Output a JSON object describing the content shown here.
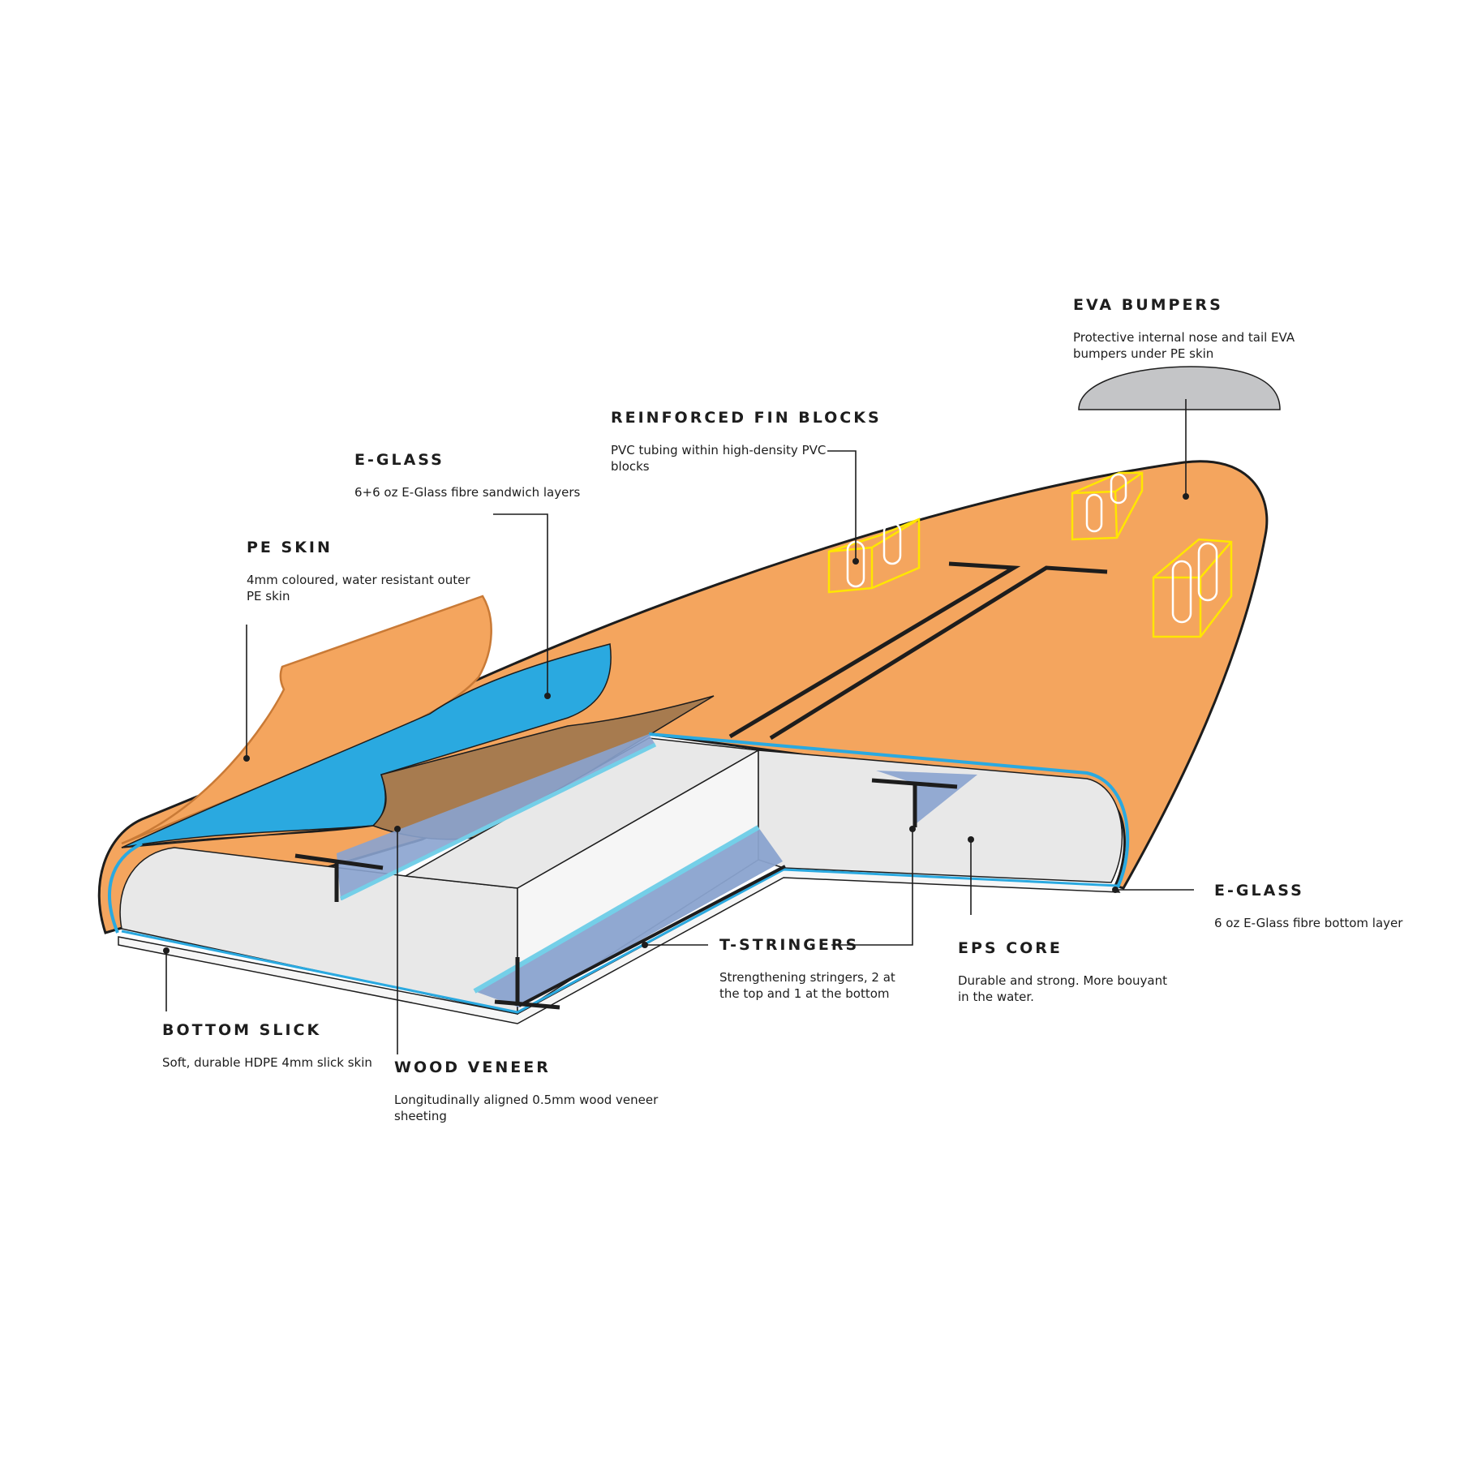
{
  "colors": {
    "pe_skin": "#f4a55e",
    "pe_skin_edge": "#c97a36",
    "e_glass": "#2aa9e0",
    "e_glass_light": "#74cfe8",
    "wood_veneer": "#a77b4f",
    "eps_core": "#e8e8e8",
    "eps_core_face": "#f6f6f6",
    "stringer_fill": "#8aa3cf",
    "fin_block": "#ffe600",
    "eva_bumper": "#c4c5c7",
    "line": "#1d1d1d"
  },
  "labels": {
    "eva_bumpers": {
      "title": "EVA BUMPERS",
      "desc": "Protective internal nose and tail EVA bumpers under PE skin"
    },
    "fin_blocks": {
      "title": "REINFORCED FIN BLOCKS",
      "desc": "PVC tubing within high-density PVC blocks"
    },
    "e_glass_top": {
      "title": "E-GLASS",
      "desc": "6+6 oz E-Glass fibre sandwich layers"
    },
    "pe_skin": {
      "title": "PE SKIN",
      "desc": "4mm coloured, water resistant outer PE skin"
    },
    "e_glass_bottom": {
      "title": "E-GLASS",
      "desc": "6 oz E-Glass fibre bottom layer"
    },
    "eps_core": {
      "title": "EPS CORE",
      "desc": "Durable and strong. More bouyant in the water."
    },
    "t_stringers": {
      "title": "T-STRINGERS",
      "desc": "Strengthening stringers, 2 at the top and 1 at the bottom"
    },
    "bottom_slick": {
      "title": "BOTTOM SLICK",
      "desc": "Soft, durable HDPE 4mm slick skin"
    },
    "wood_veneer": {
      "title": "WOOD VENEER",
      "desc": "Longitudinally aligned 0.5mm wood veneer sheeting"
    }
  }
}
